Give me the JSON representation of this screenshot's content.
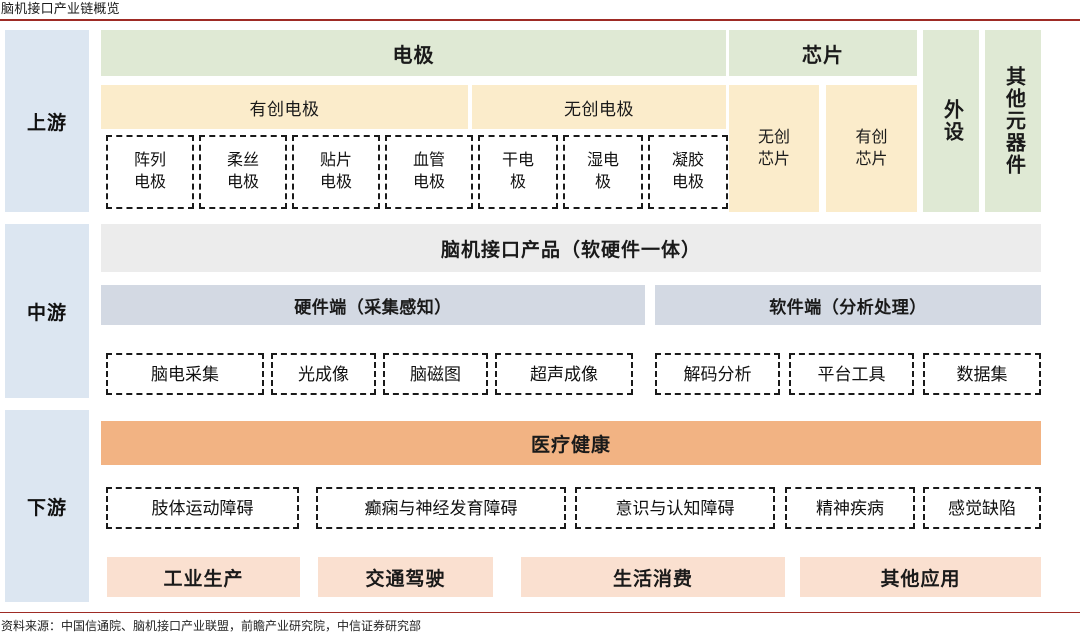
{
  "title": "脑机接口产业链概览",
  "source": "资料来源：中国信通院、脑机接口产业联盟，前瞻产业研究院，中信证券研究部",
  "colors": {
    "rule": "#9e2b25",
    "stage_bg": "#dce6f1",
    "green": "#dfe9d4",
    "yellow": "#fbeccb",
    "gray": "#ececec",
    "bluegray": "#d3d9e3",
    "orange": "#f2b383",
    "peach": "#fae0d0"
  },
  "stages": {
    "upstream": "上游",
    "midstream": "中游",
    "downstream": "下游"
  },
  "upstream": {
    "electrode_header": "电极",
    "chip_header": "芯片",
    "peripheral": "外设",
    "other_components": "其他元器件",
    "electrode_groups": [
      {
        "label": "有创电极",
        "items": [
          "阵列\n电极",
          "柔丝\n电极",
          "贴片\n电极",
          "血管\n电极"
        ]
      },
      {
        "label": "无创电极",
        "items": [
          "干电\n极",
          "湿电\n极",
          "凝胶\n电极"
        ]
      }
    ],
    "electrode_items": [
      {
        "line1": "阵列",
        "line2": "电极"
      },
      {
        "line1": "柔丝",
        "line2": "电极"
      },
      {
        "line1": "贴片",
        "line2": "电极"
      },
      {
        "line1": "血管",
        "line2": "电极"
      },
      {
        "line1": "干电",
        "line2": "极"
      },
      {
        "line1": "湿电",
        "line2": "极"
      },
      {
        "line1": "凝胶",
        "line2": "电极"
      }
    ],
    "chip_items": [
      {
        "line1": "无创",
        "line2": "芯片"
      },
      {
        "line1": "有创",
        "line2": "芯片"
      }
    ]
  },
  "midstream": {
    "product_header": "脑机接口产品（软硬件一体）",
    "hardware_band": "硬件端（采集感知）",
    "software_band": "软件端（分析处理）",
    "hardware_items": [
      "脑电采集",
      "光成像",
      "脑磁图",
      "超声成像"
    ],
    "software_items": [
      "解码分析",
      "平台工具",
      "数据集"
    ]
  },
  "downstream": {
    "medical_header": "医疗健康",
    "medical_items": [
      "肢体运动障碍",
      "癫痫与神经发育障碍",
      "意识与认知障碍",
      "精神疾病",
      "感觉缺陷"
    ],
    "applications": [
      "工业生产",
      "交通驾驶",
      "生活消费",
      "其他应用"
    ]
  }
}
